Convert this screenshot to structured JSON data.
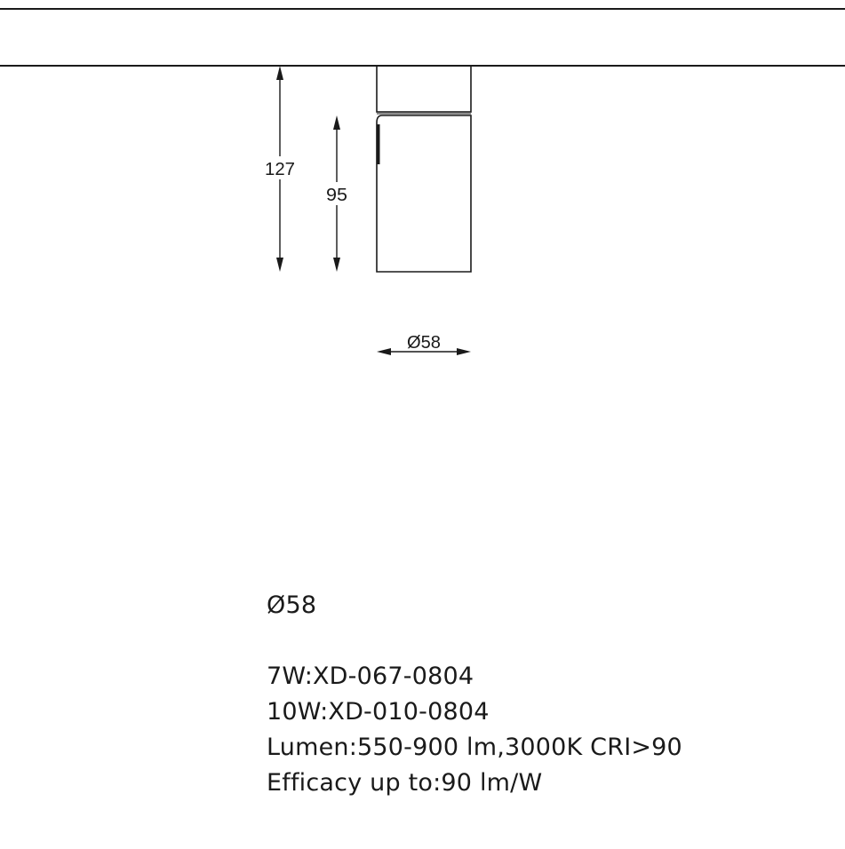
{
  "drawing": {
    "dimensions": {
      "total_height_label": "127",
      "body_height_label": "95",
      "diameter_label": "Ø58"
    }
  },
  "specs": {
    "diameter": "Ø58",
    "lines": [
      "7W:XD-067-0804",
      "10W:XD-010-0804",
      "Lumen:550-900 lm,3000K CRI>90",
      "Efficacy up to:90 lm/W"
    ]
  }
}
